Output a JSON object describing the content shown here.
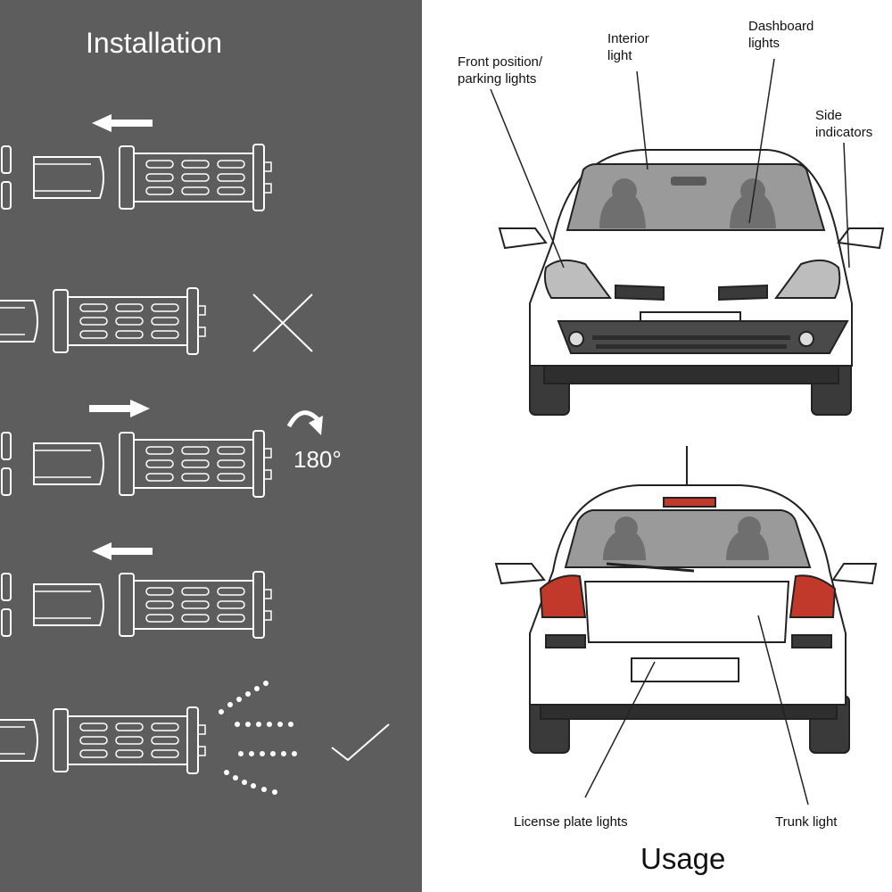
{
  "installation": {
    "title": "Installation",
    "rotation_label": "180°",
    "steps": [
      {
        "arrow": "left",
        "result": "none"
      },
      {
        "arrow": "none",
        "result": "cross"
      },
      {
        "arrow": "right",
        "result": "rotate"
      },
      {
        "arrow": "left",
        "result": "none"
      },
      {
        "arrow": "none",
        "result": "check"
      }
    ]
  },
  "usage": {
    "title": "Usage",
    "labels": {
      "front_position": [
        "Front position/",
        "parking lights"
      ],
      "interior": [
        "Interior",
        "light"
      ],
      "dashboard": [
        "Dashboard",
        "lights"
      ],
      "side": [
        "Side",
        "indicators"
      ],
      "license_plate": "License plate lights",
      "trunk": "Trunk light"
    }
  },
  "colors": {
    "panel_bg": "#5d5d5d",
    "line_white": "#ffffff",
    "rear_light_red": "#c0392b",
    "window_gray": "#8a8a8a"
  }
}
